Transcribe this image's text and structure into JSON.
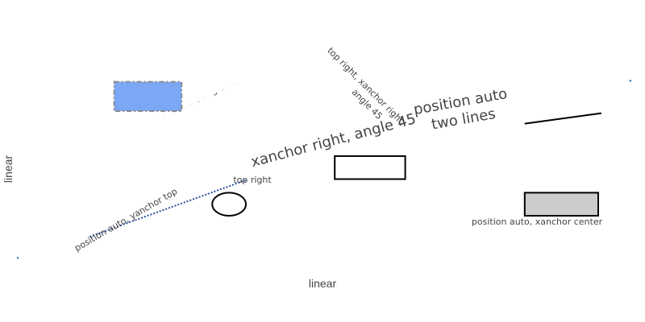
{
  "chart_data": {
    "type": "scatter",
    "xlabel": "linear",
    "ylabel": "linear",
    "xlim": [
      -0.08,
      1.1
    ],
    "ylim": [
      -0.04,
      1.05
    ],
    "grid": false,
    "series": [
      {
        "x": [
          0.0,
          1.0
        ],
        "y": [
          0.0,
          1.0
        ],
        "mode": "markers",
        "color": "#1f77b4"
      }
    ],
    "shapes": [
      {
        "type": "rect",
        "x0": 0.16,
        "x1": 0.27,
        "y0": 0.7,
        "y1": 0.84,
        "fill": "#7ba7f5",
        "line_color": "#8a8a8a",
        "line_dash": "dashdot",
        "label": "position auto, xanchor center, angle -25",
        "label_angle": -25,
        "label_color": "#444444",
        "label_size": 11
      },
      {
        "type": "line",
        "x0": 0.12,
        "x1": 0.375,
        "y0": 0.1,
        "y1": 0.37,
        "line_color": "#2a50a0",
        "line_dash": "dot",
        "label": "position auto, yanchor top",
        "label_angle": -30,
        "label_color": "#444444",
        "label_size": 11
      },
      {
        "type": "circle",
        "x0": 0.32,
        "x1": 0.375,
        "y0": 0.2,
        "y1": 0.31,
        "fill": "none",
        "line_color": "#000000",
        "label": "top right",
        "label_angle": 0,
        "label_color": "#444444",
        "label_size": 11
      },
      {
        "type": "rect",
        "x0": 0.52,
        "x1": 0.635,
        "y0": 0.375,
        "y1": 0.485,
        "fill": "none",
        "line_color": "#000000",
        "label": "xanchor right, angle 45",
        "label_angle": -15,
        "label_color": "#444444",
        "label_size": 18
      },
      {
        "type": "line",
        "x0": 0.83,
        "x1": 0.955,
        "y0": 0.64,
        "y1": 0.69,
        "line_color": "#000000",
        "line_dash": "solid",
        "label": "position auto\ntwo lines",
        "label_angle": -10,
        "label_color": "#444444",
        "label_size": 18
      },
      {
        "type": "rect",
        "x0": 0.83,
        "x1": 0.95,
        "y0": 0.2,
        "y1": 0.31,
        "fill": "#cccccc",
        "line_color": "#000000",
        "label": "position auto, xanchor center",
        "label_angle": 0,
        "label_color": "#444444",
        "label_size": 11
      }
    ],
    "annotations": [
      {
        "text": "top right, xanchor right,\nangle 45",
        "angle": 45,
        "color": "#444444",
        "size": 11
      }
    ]
  }
}
